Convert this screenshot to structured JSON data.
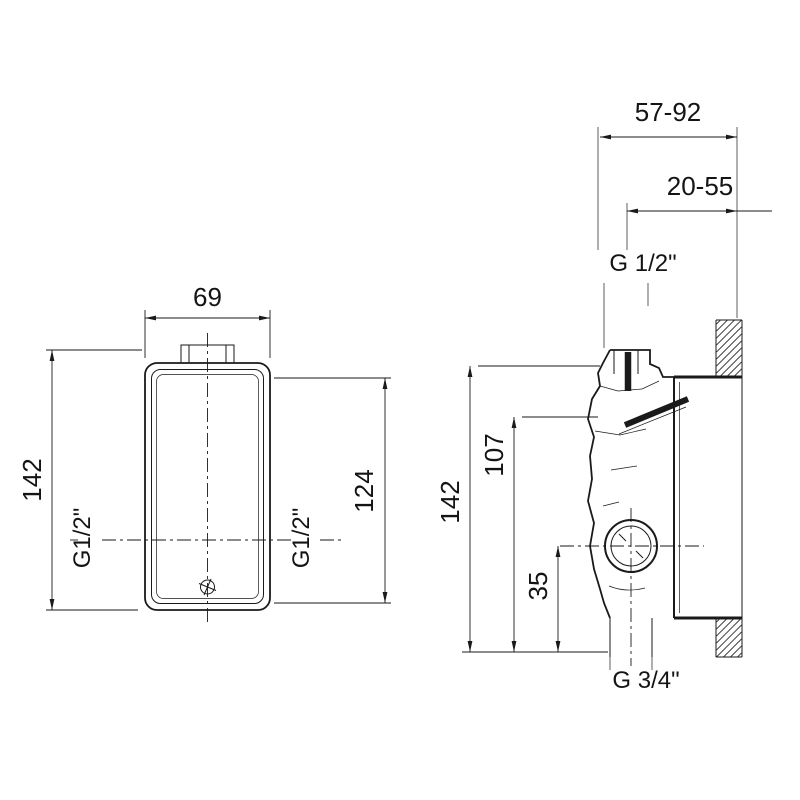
{
  "front_view": {
    "width": "69",
    "height": "142",
    "body_height": "124",
    "side_port_left": "G1/2\"",
    "side_port_right": "G1/2\""
  },
  "side_view": {
    "depth_range": "57-92",
    "surface_range": "20-55",
    "top_port": "G 1/2\"",
    "height": "142",
    "inlet_height": "107",
    "outlet_height": "35",
    "bottom_port": "G 3/4\""
  }
}
